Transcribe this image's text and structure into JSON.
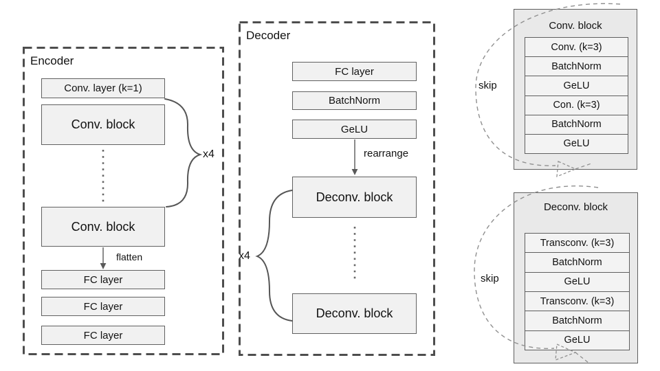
{
  "encoder": {
    "title": "Encoder",
    "conv_layer": "Conv. layer (k=1)",
    "conv_block_top": "Conv. block",
    "conv_block_bottom": "Conv. block",
    "fc_layers": [
      "FC layer",
      "FC layer",
      "FC layer"
    ],
    "flatten_label": "flatten",
    "multiplier": "x4"
  },
  "decoder": {
    "title": "Decoder",
    "fc_layer": "FC layer",
    "batchnorm": "BatchNorm",
    "gelu": "GeLU",
    "rearrange_label": "rearrange",
    "deconv_block_top": "Deconv. block",
    "deconv_block_bottom": "Deconv. block",
    "multiplier": "x4"
  },
  "conv_block_detail": {
    "title": "Conv. block",
    "skip_label": "skip",
    "layers": [
      "Conv. (k=3)",
      "BatchNorm",
      "GeLU",
      "Con. (k=3)",
      "BatchNorm",
      "GeLU"
    ]
  },
  "deconv_block_detail": {
    "title": "Deconv. block",
    "skip_label": "skip",
    "layers": [
      "Transconv. (k=3)",
      "BatchNorm",
      "GeLU",
      "Transconv. (k=3)",
      "BatchNorm",
      "GeLU"
    ]
  },
  "colors": {
    "box_fill": "#f1f1f1",
    "box_border": "#606060",
    "panel_fill": "#e9e9e9",
    "row_fill": "#f3f3f3",
    "dashed_border": "#4d4d4d",
    "connector": "#595959",
    "skip_arc": "#8f8f8f",
    "text": "#111111"
  }
}
